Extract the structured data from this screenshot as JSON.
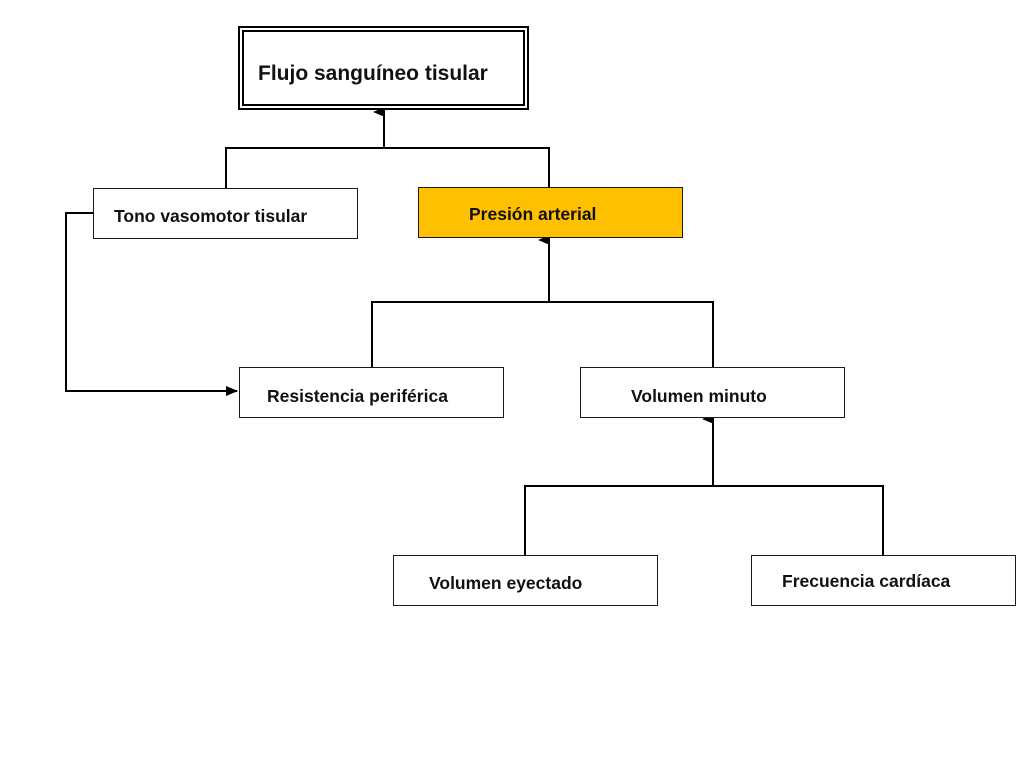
{
  "diagram": {
    "nodes": {
      "flujo": "Flujo sanguíneo tisular",
      "tono": "Tono vasomotor tisular",
      "presion": "Presión arterial",
      "resistencia": "Resistencia periférica",
      "volumen_minuto": "Volumen minuto",
      "volumen_eyectado": "Volumen eyectado",
      "frecuencia": "Frecuencia cardíaca"
    },
    "highlight_color": "#FFC000",
    "edges": [
      {
        "from": "Tono vasomotor tisular",
        "to": "Flujo sanguíneo tisular"
      },
      {
        "from": "Presión arterial",
        "to": "Flujo sanguíneo tisular"
      },
      {
        "from": "Resistencia periférica",
        "to": "Presión arterial"
      },
      {
        "from": "Volumen minuto",
        "to": "Presión arterial"
      },
      {
        "from": "Tono vasomotor tisular",
        "to": "Resistencia periférica"
      },
      {
        "from": "Volumen eyectado",
        "to": "Volumen minuto"
      },
      {
        "from": "Frecuencia cardíaca",
        "to": "Volumen minuto"
      }
    ]
  }
}
